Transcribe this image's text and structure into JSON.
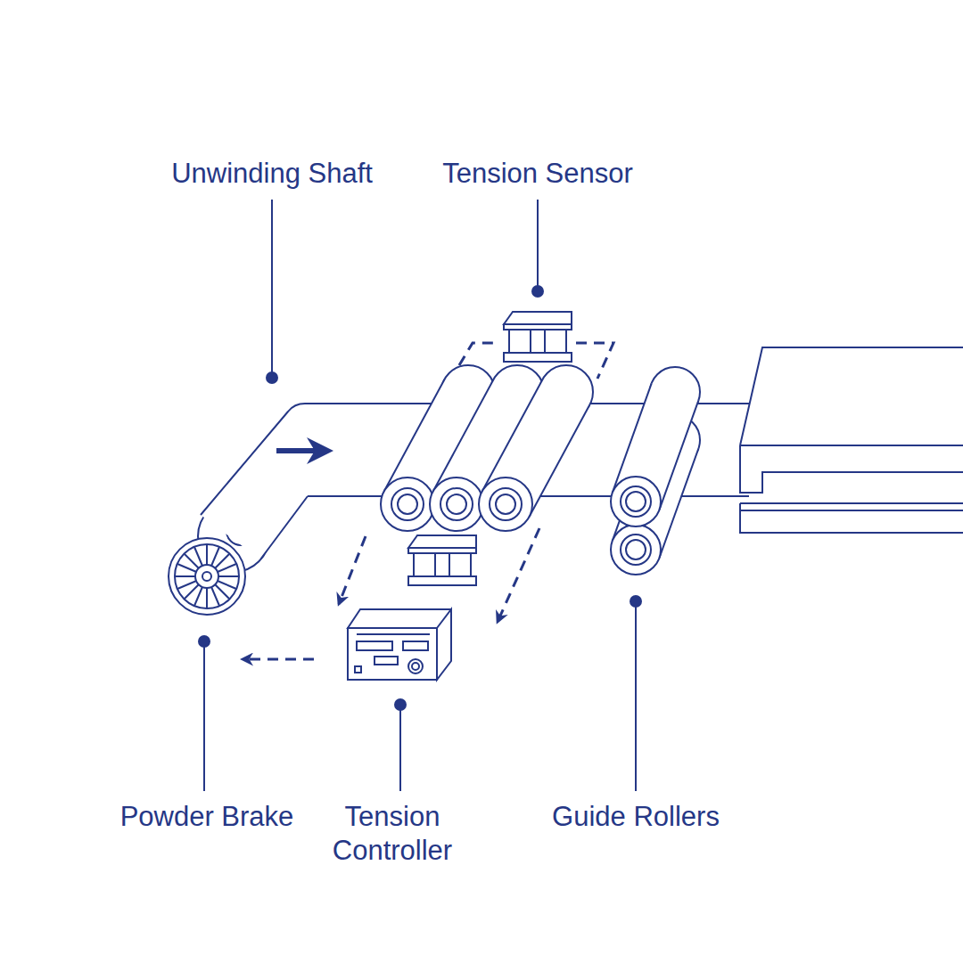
{
  "diagram": {
    "labels": [
      "Unwinding Shaft",
      "Tension Sensor",
      "Powder Brake",
      "Tension Controller",
      "Guide Rollers"
    ]
  }
}
